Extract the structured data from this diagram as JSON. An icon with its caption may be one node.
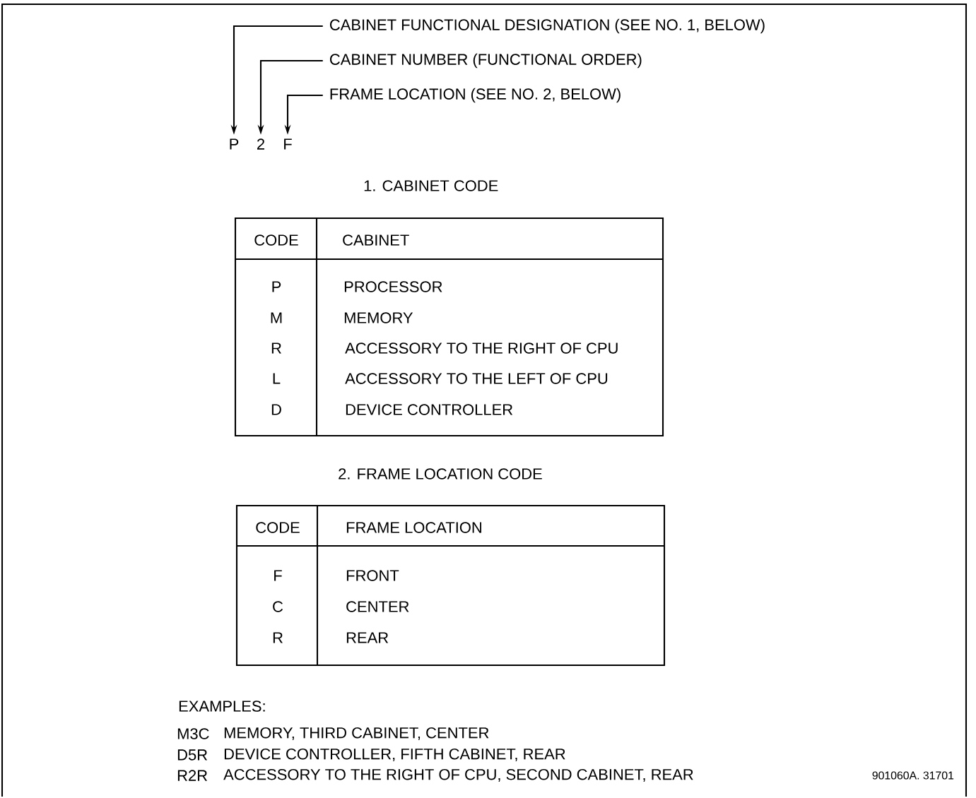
{
  "diagram": {
    "nodes": [
      {
        "text": [
          "CABINET FUNCTIONAL DESIGNATION (SEE NO. 1, BELOW)"
        ]
      },
      {
        "text": [
          "CABINET NUMBER (FUNCTIONAL ORDER)"
        ]
      },
      {
        "text": [
          "FRAME LOCATION (SEE NO. 2, BELOW)"
        ]
      },
      {
        "text": [
          "P"
        ]
      },
      {
        "text": [
          "2"
        ]
      },
      {
        "text": [
          "F"
        ]
      }
    ],
    "edges": [
      {
        "from": 0,
        "to": 3,
        "arrow": "to"
      },
      {
        "from": 1,
        "to": 4,
        "arrow": "to"
      },
      {
        "from": 2,
        "to": 5,
        "arrow": "to"
      }
    ],
    "labels": [
      "1. CABINET CODE",
      "CODE",
      "CABINET",
      "P",
      "PROCESSOR",
      "M",
      "MEMORY",
      "R",
      "ACCESSORY TO THE RIGHT OF CPU",
      "L",
      "ACCESSORY TO THE LEFT OF CPU",
      "D",
      "DEVICE CONTROLLER",
      "2. FRAME LOCATION CODE",
      "CODE",
      "FRAME LOCATION",
      "F",
      "FRONT",
      "C",
      "CENTER",
      "R",
      "REAR",
      "EXAMPLES:",
      "M3C",
      "MEMORY, THIRD CABINET, CENTER",
      "D5R",
      "DEVICE CONTROLLER, FIFTH CABINET, REAR",
      "R2R",
      "ACCESSORY TO THE RIGHT OF CPU, SECOND CABINET, REAR",
      "901060A. 31701"
    ]
  }
}
